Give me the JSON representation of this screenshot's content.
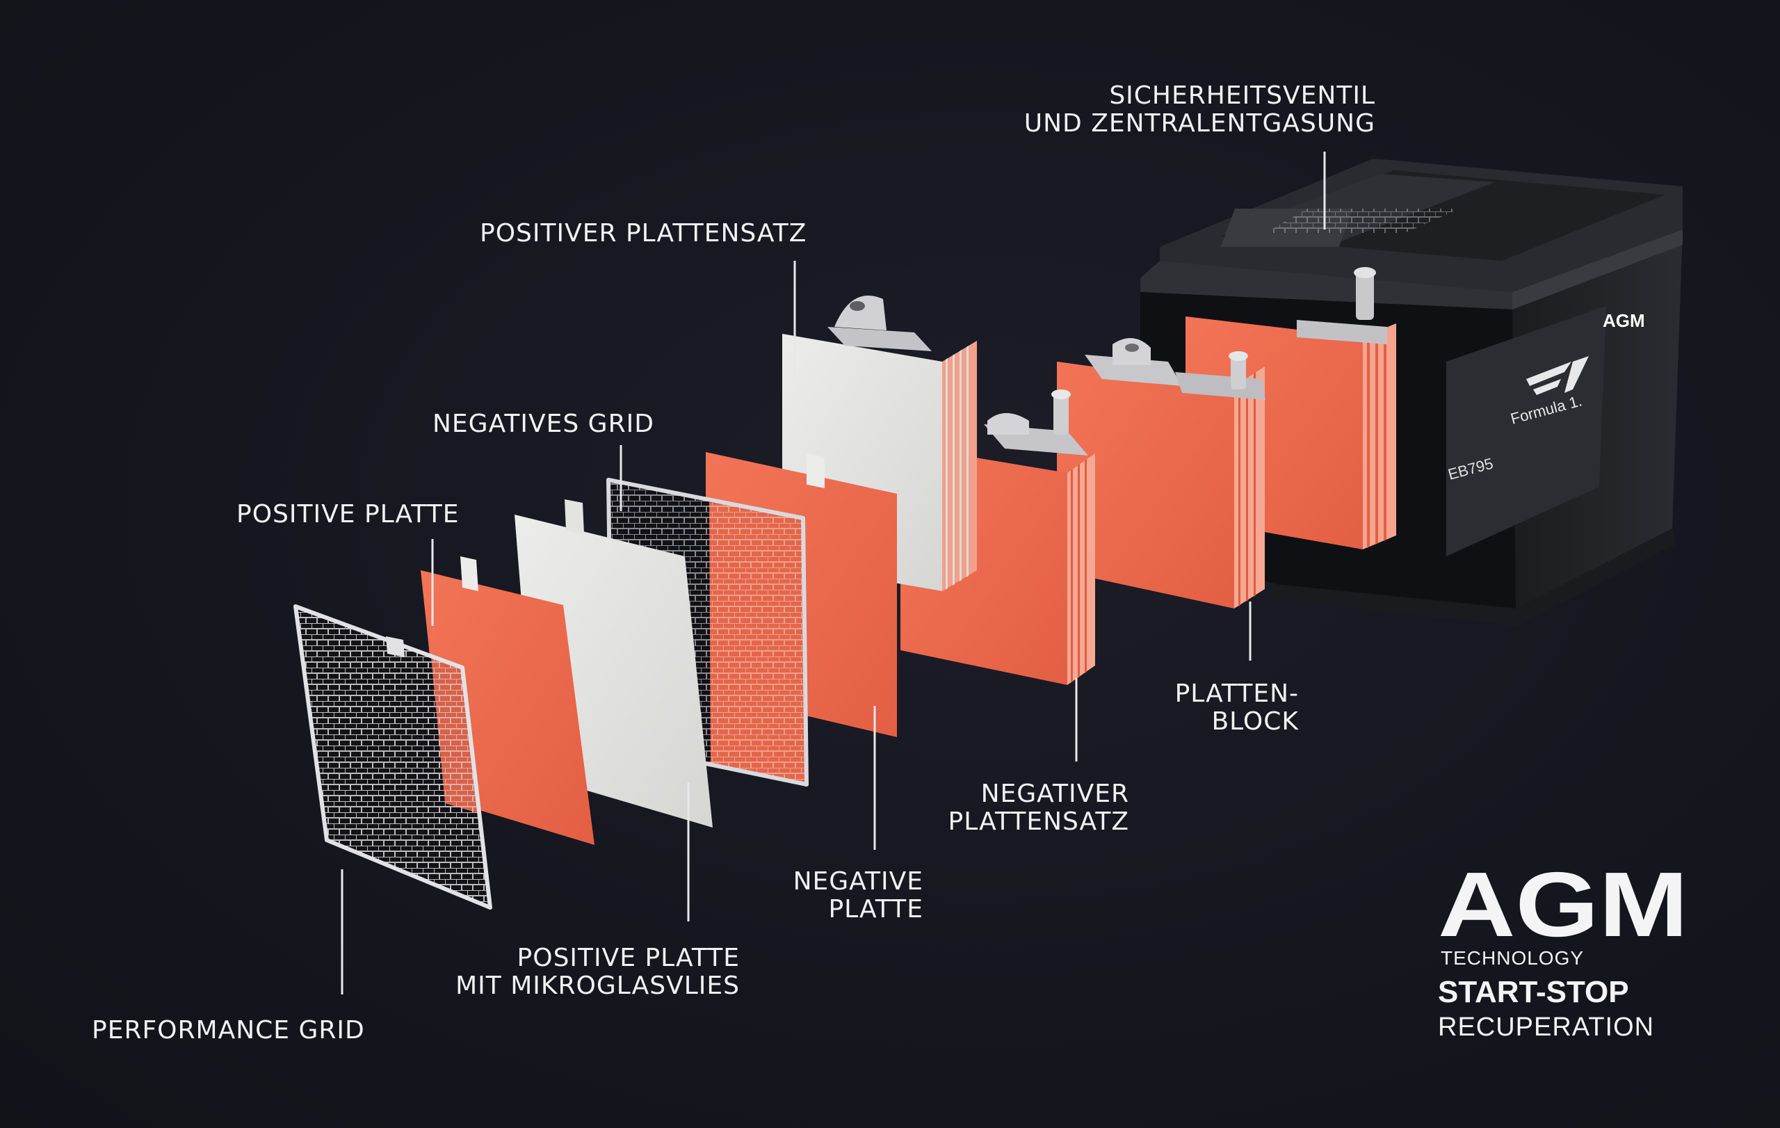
{
  "labels": {
    "sicherheitsventil": [
      "SICHERHEITSVENTIL",
      "UND ZENTRALENTGASUNG"
    ],
    "positiver_plattensatz": [
      "POSITIVER PLATTENSATZ"
    ],
    "negatives_grid": [
      "NEGATIVES GRID"
    ],
    "positive_platte": [
      "POSITIVE PLATTE"
    ],
    "platten_block": [
      "PLATTEN-",
      "BLOCK"
    ],
    "negativer_plattensatz": [
      "NEGATIVER",
      "PLATTENSATZ"
    ],
    "negative_platte": [
      "NEGATIVE",
      "PLATTE"
    ],
    "positive_platte_mikroglasvlies": [
      "POSITIVE PLATTE",
      "MIT MIKROGLASVLIES"
    ],
    "performance_grid": [
      "PERFORMANCE GRID"
    ]
  },
  "brand": {
    "logo": "AGM",
    "technology": "TECHNOLOGY",
    "start_stop": "START-STOP",
    "recuperation": "RECUPERATION"
  },
  "battery_label": {
    "logo": "AGM",
    "formula": "Formula 1.",
    "code": "EB795"
  },
  "colors": {
    "background": "#16161f",
    "plate_orange": "#ee6a4e",
    "glassmat_white": "#e6e6e3",
    "text": "#f2f2f4",
    "battery_case": "#222327"
  }
}
